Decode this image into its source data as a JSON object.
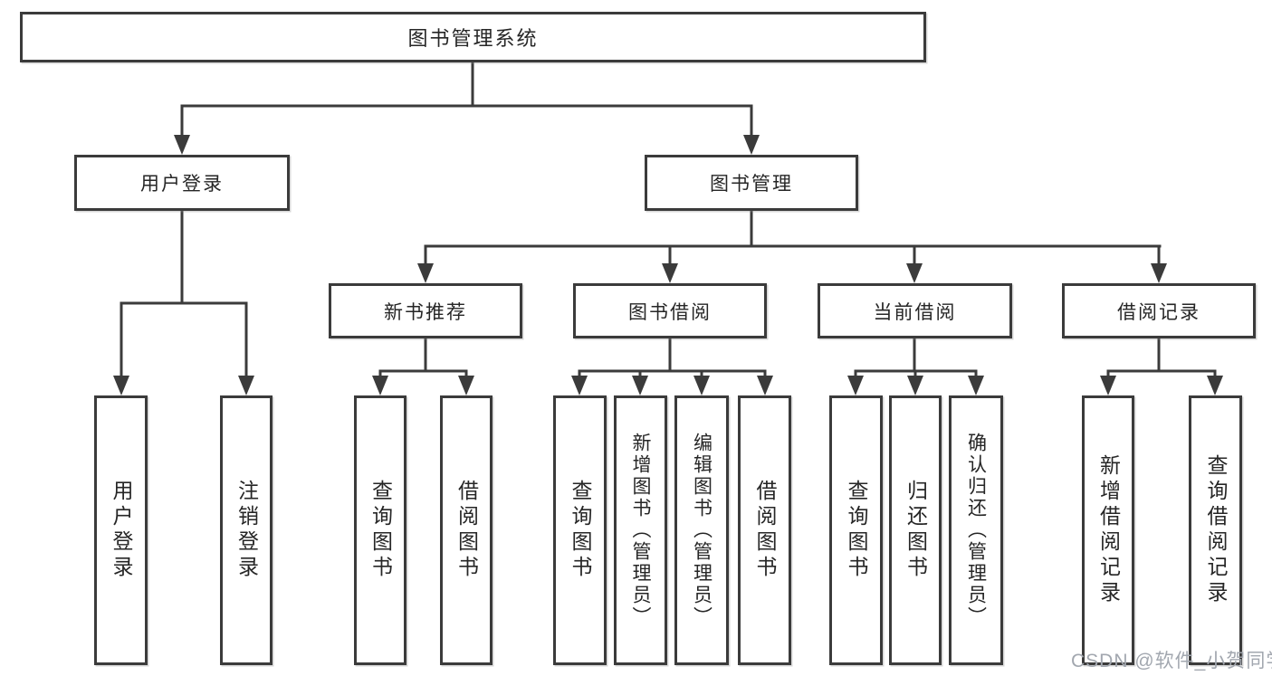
{
  "diagram": {
    "root": {
      "label": "图书管理系统"
    },
    "branches": [
      {
        "label": "用户登录",
        "children": [
          {
            "label": "用户登录"
          },
          {
            "label": "注销登录"
          }
        ]
      },
      {
        "label": "图书管理",
        "children": [
          {
            "label": "新书推荐",
            "children": [
              {
                "label": "查询图书"
              },
              {
                "label": "借阅图书"
              }
            ]
          },
          {
            "label": "图书借阅",
            "children": [
              {
                "label": "查询图书"
              },
              {
                "label": "新增图书（管理员）"
              },
              {
                "label": "编辑图书（管理员）"
              },
              {
                "label": "借阅图书"
              }
            ]
          },
          {
            "label": "当前借阅",
            "children": [
              {
                "label": "查询图书"
              },
              {
                "label": "归还图书"
              },
              {
                "label": "确认归还（管理员）"
              }
            ]
          },
          {
            "label": "借阅记录",
            "children": [
              {
                "label": "新增借阅记录"
              },
              {
                "label": "查询借阅记录"
              }
            ]
          }
        ]
      }
    ],
    "colors": {
      "line": "#3b3b3b",
      "border": "#3b3b3b",
      "text": "#262626",
      "watermark": "#a2a7af",
      "background": "#ffffff"
    }
  },
  "watermark": {
    "text": "CSDN @软件_小贺同学"
  }
}
